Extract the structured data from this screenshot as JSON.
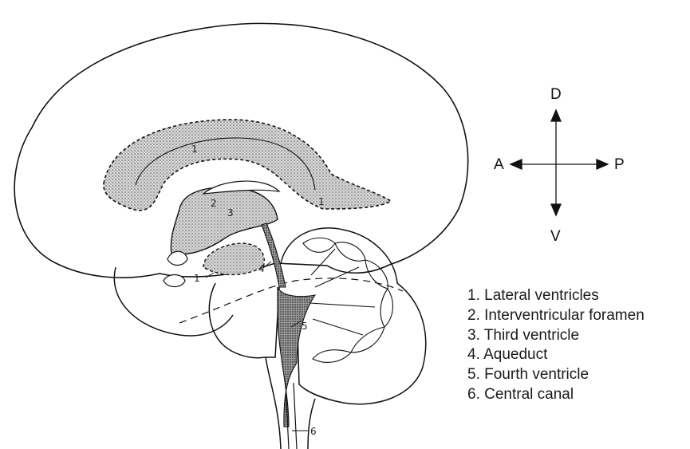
{
  "diagram": {
    "part_numbers": {
      "n1_top": "1",
      "n1_posterior": "1",
      "n1_inferior": "1",
      "n2": "2",
      "n3": "3",
      "n4": "4",
      "n5": "5",
      "n6": "6"
    }
  },
  "orientation": {
    "dorsal": "D",
    "ventral": "V",
    "anterior": "A",
    "posterior": "P"
  },
  "legend": [
    "1. Lateral ventricles",
    "2. Interventricular foramen",
    "3. Third ventricle",
    "4. Aqueduct",
    "5. Fourth ventricle",
    "6. Central canal"
  ],
  "colors": {
    "ink": "#111111",
    "ventricle_fill": "#bdbdbd",
    "dense_fill": "#7a7a7a",
    "background": "#ffffff"
  }
}
